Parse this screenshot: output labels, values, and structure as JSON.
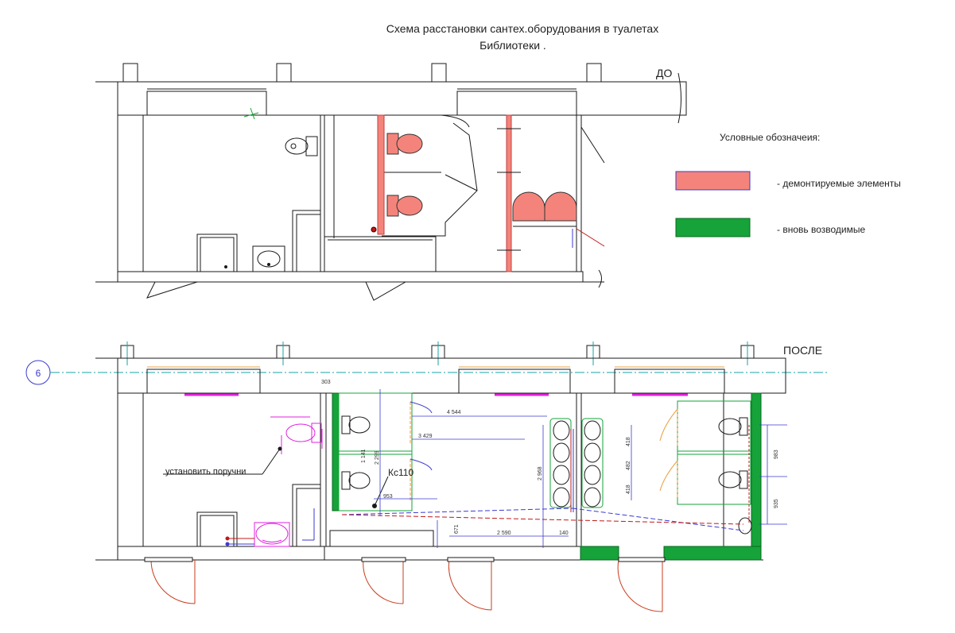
{
  "title": {
    "line1": "Схема расстановки сантех.оборудования  в туалетах",
    "line2": "Библиотеки ."
  },
  "labels": {
    "before": "ДО",
    "after": "ПОСЛЕ",
    "axis": "6",
    "handrails": "установить поручни",
    "riser": "Кс110"
  },
  "legend": {
    "title": "Условные обозначеия:",
    "items": [
      {
        "label": "- демонтируемые элементы",
        "color": "#f4847b"
      },
      {
        "label": "- вновь возводимые",
        "color": "#16a33a"
      }
    ]
  },
  "dimensions": {
    "d303": "303",
    "d4544": "4 544",
    "d3429": "3 429",
    "d2299": "2 299",
    "d1141": "1 141",
    "d2968": "2 968",
    "d953": "953",
    "d671": "671",
    "d2590": "2 590",
    "d140": "140",
    "d418a": "418",
    "d482": "482",
    "d418b": "418",
    "d983": "983",
    "d935": "935"
  },
  "colors": {
    "demolished": "#f4847b",
    "new": "#16a33a",
    "outline": "#1a1a1a",
    "dimension": "#3a3ad0",
    "axis_line": "#1aa3a3",
    "fixture_new": "#e020e0",
    "door": "#c83c1e",
    "partition_orange": "#e8a040"
  },
  "icons": [
    "toilet-icon",
    "sink-icon",
    "urinal-icon",
    "door-swing-icon",
    "grab-bar-icon",
    "axis-marker-icon"
  ]
}
